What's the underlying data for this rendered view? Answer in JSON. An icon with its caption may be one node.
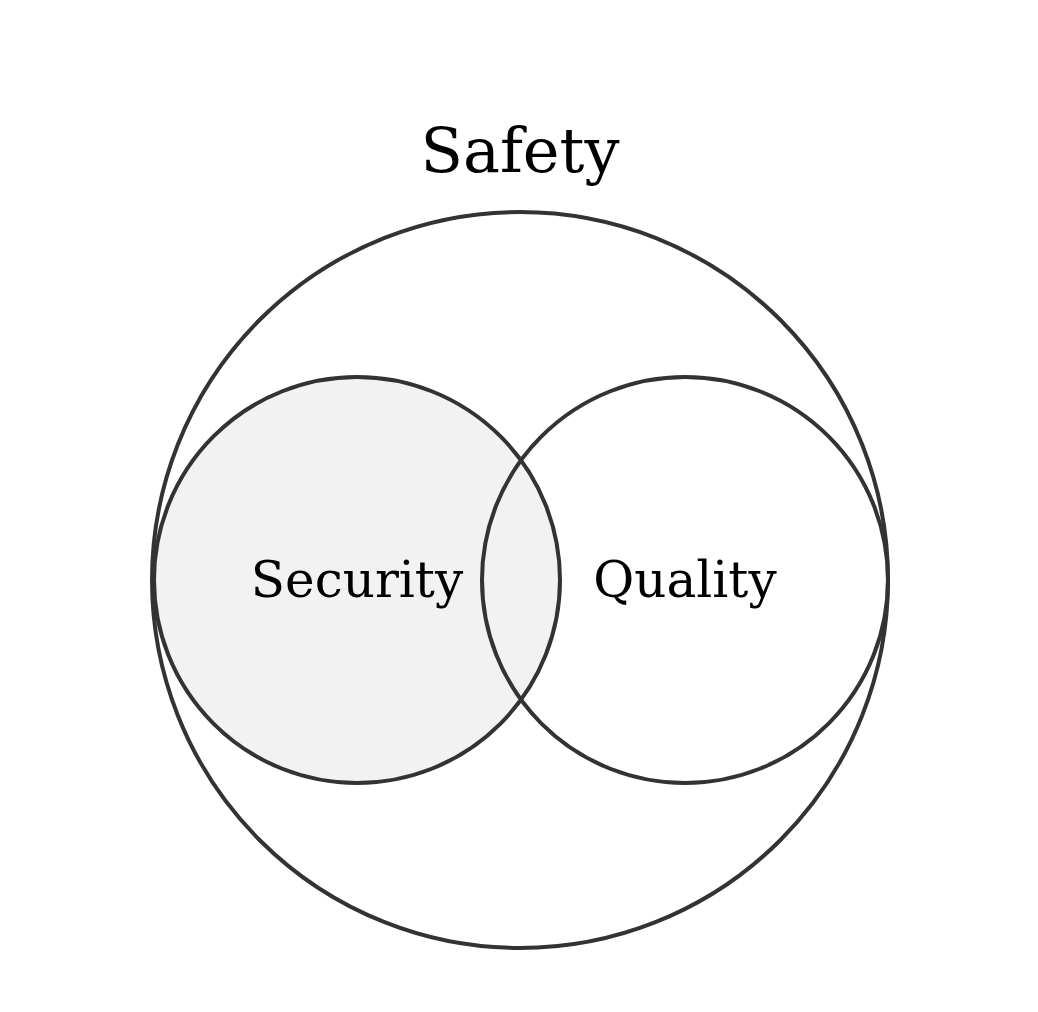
{
  "diagram": {
    "nodes": [
      {
        "text": [
          "Safety"
        ]
      },
      {
        "text": [
          "Security"
        ],
        "in": 0
      },
      {
        "text": [
          "Quality"
        ],
        "in": 0
      }
    ]
  }
}
